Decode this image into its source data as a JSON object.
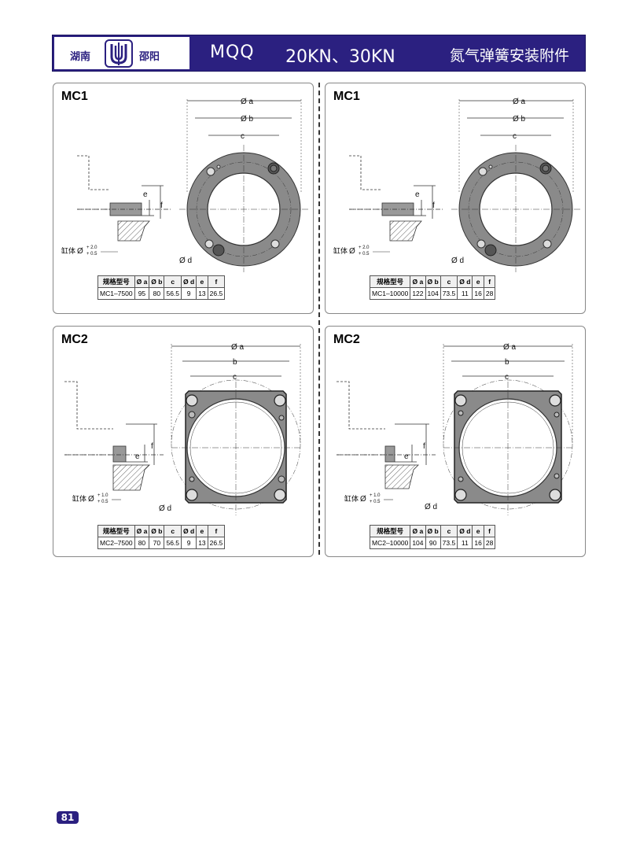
{
  "header": {
    "logo_left": "湖南",
    "logo_right": "邵阳",
    "model": "MQQ",
    "load": "20KN、30KN",
    "title": "氮气弹簧安装附件"
  },
  "panels": [
    {
      "id": "mc1-7500",
      "title": "MC1",
      "dims": {
        "a": "Ø a",
        "b": "Ø b",
        "c": "c",
        "d": "Ø d",
        "e": "e",
        "f": "f"
      },
      "bore_label": "缸体",
      "bore_tol_upper": "+ 2.0",
      "bore_tol_lower": "+ 0.5",
      "table": {
        "headers": [
          "规格型号",
          "Ø a",
          "Ø b",
          "c",
          "Ø d",
          "e",
          "f"
        ],
        "row": [
          "MC1–7500",
          "95",
          "80",
          "56.5",
          "9",
          "13",
          "26.5"
        ]
      }
    },
    {
      "id": "mc1-10000",
      "title": "MC1",
      "dims": {
        "a": "Ø a",
        "b": "Ø b",
        "c": "c",
        "d": "Ø d",
        "e": "e",
        "f": "f"
      },
      "bore_label": "缸体",
      "bore_tol_upper": "+ 2.0",
      "bore_tol_lower": "+ 0.5",
      "table": {
        "headers": [
          "规格型号",
          "Ø a",
          "Ø b",
          "c",
          "Ø d",
          "e",
          "f"
        ],
        "row": [
          "MC1–10000",
          "122",
          "104",
          "73.5",
          "11",
          "16",
          "28"
        ]
      }
    },
    {
      "id": "mc2-7500",
      "title": "MC2",
      "dims": {
        "a": "Ø a",
        "b": "b",
        "c": "c",
        "d": "Ø d",
        "e": "e",
        "f": "f"
      },
      "bore_label": "缸体",
      "bore_tol_upper": "+ 1.0",
      "bore_tol_lower": "+ 0.5",
      "table": {
        "headers": [
          "规格型号",
          "Ø a",
          "Ø b",
          "c",
          "Ø d",
          "e",
          "f"
        ],
        "row": [
          "MC2–7500",
          "80",
          "70",
          "56.5",
          "9",
          "13",
          "26.5"
        ]
      }
    },
    {
      "id": "mc2-10000",
      "title": "MC2",
      "dims": {
        "a": "Ø a",
        "b": "b",
        "c": "c",
        "d": "Ø d",
        "e": "e",
        "f": "f"
      },
      "bore_label": "缸体",
      "bore_tol_upper": "+ 1.0",
      "bore_tol_lower": "+ 0.5",
      "table": {
        "headers": [
          "规格型号",
          "Ø a",
          "Ø b",
          "c",
          "Ø d",
          "e",
          "f"
        ],
        "row": [
          "MC2–10000",
          "104",
          "90",
          "73.5",
          "11",
          "16",
          "28"
        ]
      }
    }
  ],
  "page_number": "81",
  "colors": {
    "header_bg": "#2b2080",
    "part_fill": "#8a8a8a",
    "part_fill_light": "#c8c8c8"
  }
}
